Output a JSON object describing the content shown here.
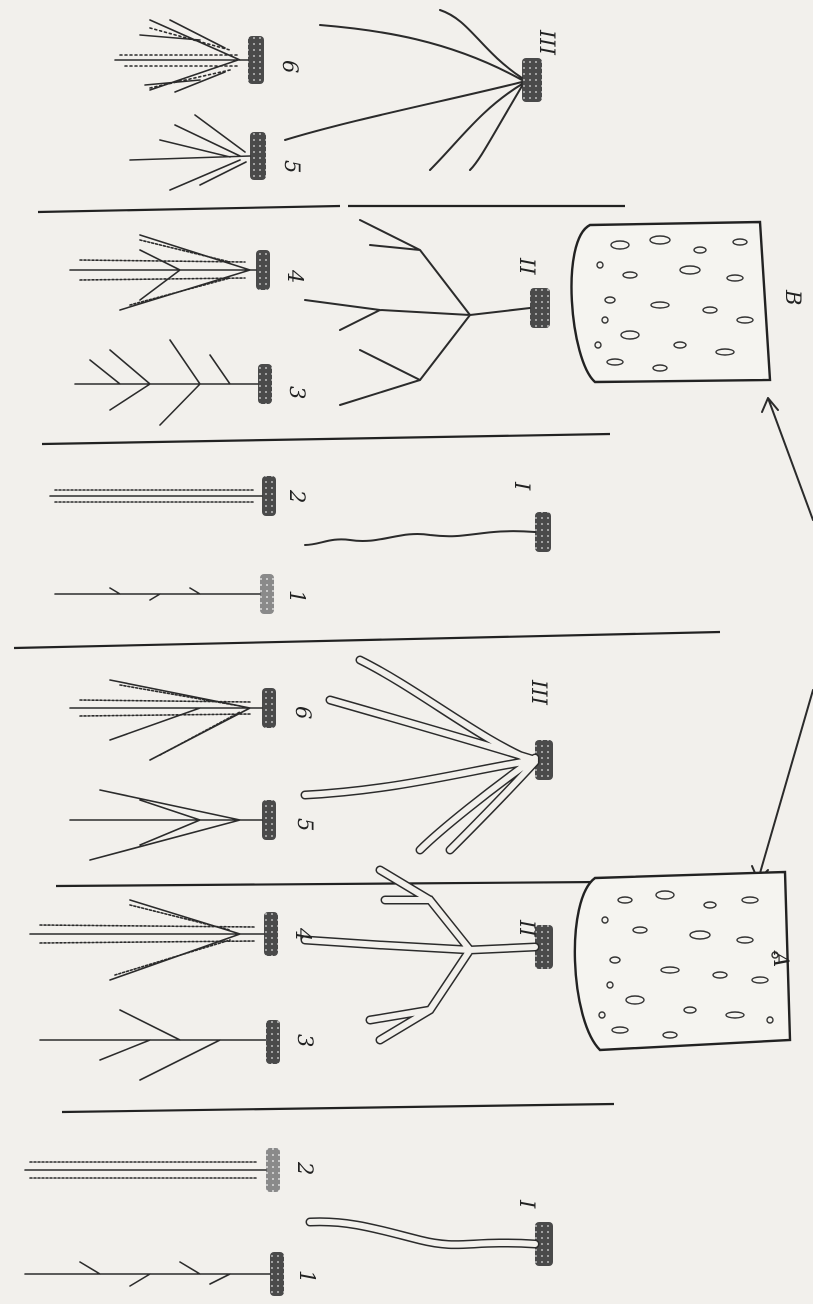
{
  "figure": {
    "group_labels": {
      "I_left": "I",
      "II_left": "II",
      "III_left": "III",
      "I_right": "I",
      "II_right": "II",
      "III_right": "III"
    },
    "numbers_left": [
      "1",
      "2",
      "3",
      "4",
      "5",
      "6"
    ],
    "numbers_right": [
      "1",
      "2",
      "3",
      "4",
      "5",
      "6"
    ],
    "section_A": "A",
    "section_B": "B"
  }
}
